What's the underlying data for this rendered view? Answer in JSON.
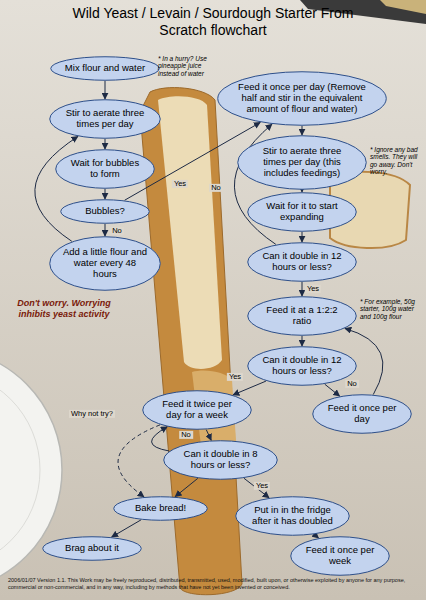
{
  "diagram": {
    "title": "Wild Yeast / Levain / Sourdough Starter From Scratch flowchart",
    "nodes": [
      {
        "text": [
          "Mix flour and water"
        ]
      },
      {
        "text": [
          "Stir to aerate three times per day"
        ]
      },
      {
        "text": [
          "Wait for bubbles to form"
        ]
      },
      {
        "text": [
          "Bubbles?"
        ]
      },
      {
        "text": [
          "Add a little flour and water every 48 hours"
        ]
      },
      {
        "text": [
          "Feed it once per day (Remove half and stir in the equivalent amount of flour and water)"
        ]
      },
      {
        "text": [
          "Stir to aerate three times per day (this includes feedings)"
        ]
      },
      {
        "text": [
          "Wait for it to start expanding"
        ]
      },
      {
        "text": [
          "Can it double in 12 hours or less?"
        ]
      },
      {
        "text": [
          "Feed it at a 1:2:2 ratio"
        ]
      },
      {
        "text": [
          "Can it double in 12 hours or less?"
        ]
      },
      {
        "text": [
          "Feed it once per day"
        ]
      },
      {
        "text": [
          "Feed it twice per day for a week"
        ]
      },
      {
        "text": [
          "Can it double in 8 hours or less?"
        ]
      },
      {
        "text": [
          "Bake bread!"
        ]
      },
      {
        "text": [
          "Put in in the fridge after it has doubled"
        ]
      },
      {
        "text": [
          "Brag about it"
        ]
      },
      {
        "text": [
          "Feed it once per week"
        ]
      }
    ],
    "edges": [
      {
        "from": 0,
        "to": 1,
        "arrow": "to"
      },
      {
        "from": 1,
        "to": 2,
        "arrow": "to"
      },
      {
        "from": 2,
        "to": 3,
        "arrow": "to"
      },
      {
        "from": 3,
        "to": 4,
        "label": "No",
        "arrow": "to"
      },
      {
        "from": 4,
        "to": 1,
        "arrow": "to"
      },
      {
        "from": 3,
        "to": 5,
        "label": "Yes",
        "arrow": "to"
      },
      {
        "from": 5,
        "to": 6,
        "arrow": "to"
      },
      {
        "from": 6,
        "to": 7,
        "arrow": "to"
      },
      {
        "from": 7,
        "to": 8,
        "arrow": "to"
      },
      {
        "from": 8,
        "to": 5,
        "label": "No",
        "arrow": "to"
      },
      {
        "from": 8,
        "to": 9,
        "label": "Yes",
        "arrow": "to"
      },
      {
        "from": 9,
        "to": 10,
        "arrow": "to"
      },
      {
        "from": 10,
        "to": 11,
        "label": "No",
        "arrow": "to"
      },
      {
        "from": 11,
        "to": 9,
        "arrow": "to"
      },
      {
        "from": 10,
        "to": 12,
        "label": "Yes",
        "arrow": "to"
      },
      {
        "from": 12,
        "to": 13,
        "arrow": "to"
      },
      {
        "from": 13,
        "to": 12,
        "label": "No",
        "arrow": "to"
      },
      {
        "from": 12,
        "to": 14,
        "label": "Why not try?",
        "arrow": "to"
      },
      {
        "from": 13,
        "to": 14,
        "arrow": "to"
      },
      {
        "from": 13,
        "to": 15,
        "label": "Yes",
        "arrow": "to"
      },
      {
        "from": 15,
        "to": 17,
        "arrow": "to"
      },
      {
        "from": 14,
        "to": 16,
        "arrow": "to"
      }
    ],
    "labels": [
      "* In a hurry? Use pineapple juice instead of water",
      "* Ignore any bad smells. They will go away. Don't worry.",
      "* For example, 50g starter, 100g water and 100g flour",
      "Don't worry. Worrying inhibits yeast activity",
      "2006/01/07 Version 1.1. This Work may be freely reproduced, distributed, transmitted, used, modified, built upon, or otherwise exploited by anyone for any purpose, commercial or non-commercial, and in any way, including by methods that have not yet been invented or conceived."
    ]
  }
}
